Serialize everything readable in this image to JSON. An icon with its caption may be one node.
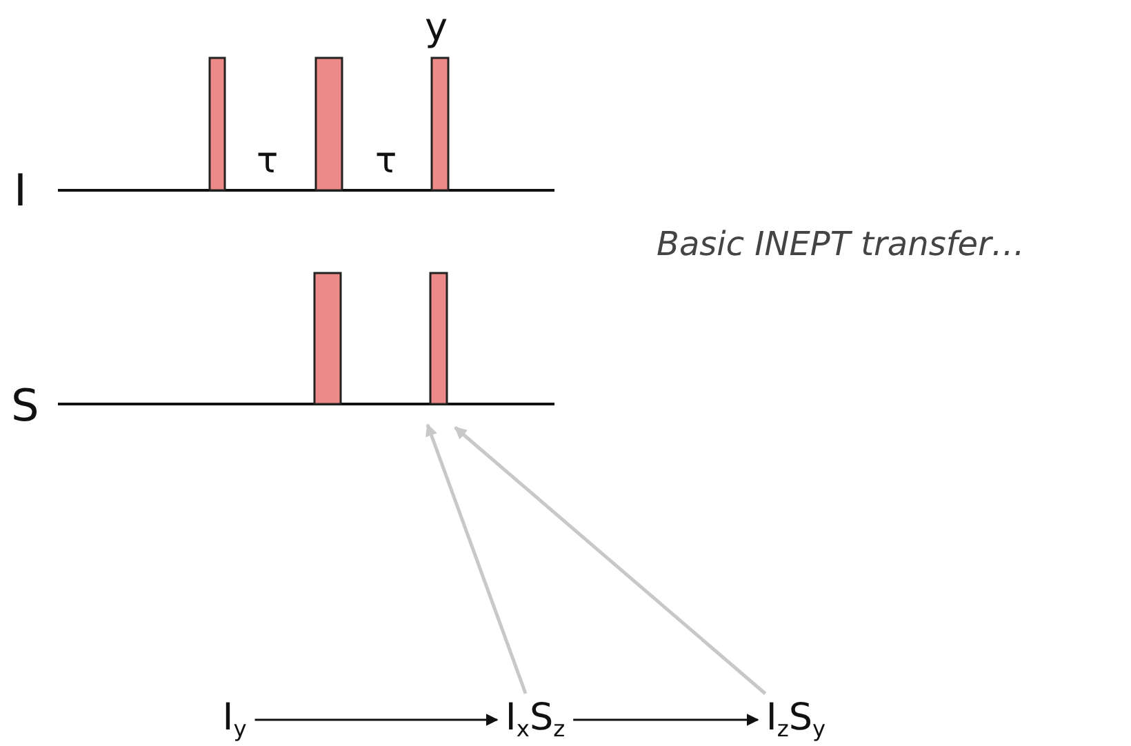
{
  "diagram": {
    "nodes": [
      {
        "text": [
          "I$_{y}$"
        ]
      },
      {
        "text": [
          "I$_{x}$S$_{z}$"
        ]
      },
      {
        "text": [
          "I$_{z}$S$_{y}$"
        ]
      }
    ],
    "edges": [
      {
        "from": 0,
        "to": 1,
        "arrow": "to"
      },
      {
        "from": 1,
        "to": 2,
        "arrow": "to"
      },
      {
        "from": 1,
        "to": null,
        "arrow": "to",
        "color": "#c8c8c8"
      },
      {
        "from": 2,
        "to": null,
        "arrow": "to",
        "color": "#c8c8c8"
      }
    ],
    "labels": [
      "y",
      "τ",
      "τ",
      "I",
      "Basic INEPT transfer…",
      "S"
    ]
  }
}
